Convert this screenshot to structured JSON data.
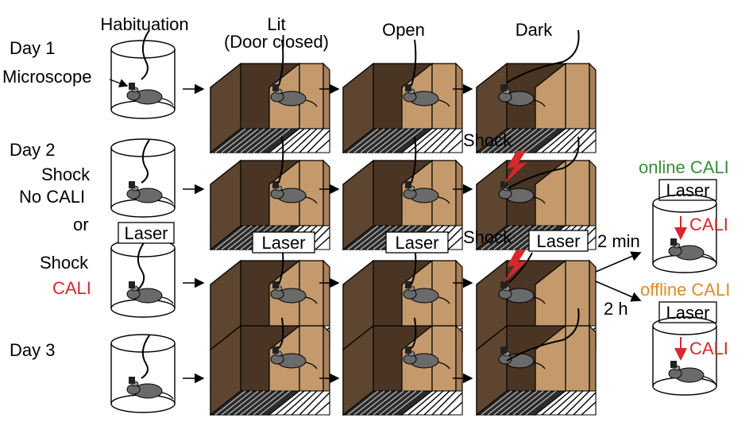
{
  "headers": {
    "habituation": "Habituation",
    "lit": "Lit",
    "door_closed": "(Door closed)",
    "open": "Open",
    "dark": "Dark"
  },
  "days": {
    "day1": "Day 1",
    "day2": "Day 2",
    "day3": "Day 3"
  },
  "row1": {
    "microscope": "Microscope"
  },
  "row2": {
    "shock": "Shock",
    "no_cali": "No CALI",
    "or": "or",
    "shock_label": "Shock"
  },
  "row3": {
    "shock": "Shock",
    "cali": "CALI",
    "laser": "Laser",
    "shock_label": "Shock"
  },
  "right": {
    "online_cali": "online CALI",
    "offline_cali": "offline CALI",
    "laser": "Laser",
    "cali": "CALI",
    "two_min": "2 min",
    "two_h": "2 h"
  },
  "colors": {
    "box_light": "#c49a6c",
    "box_dark": "#4a3524",
    "box_mid": "#8a6a4a",
    "red": "#d6282e",
    "green": "#3a8c3a",
    "orange": "#d98c2b"
  }
}
